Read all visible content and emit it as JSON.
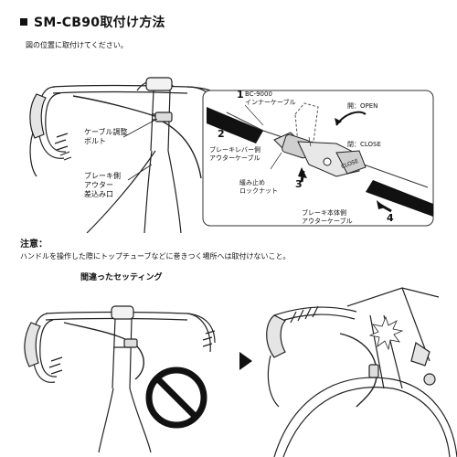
{
  "title": "SM-CB90取付け方法",
  "instruction": "図の位置に取付けてください。",
  "labels": {
    "cable_adjust_bolt": [
      "ケーブル調整",
      "ボルト"
    ],
    "brake_outer_insert": [
      "ブレーキ側",
      "アウター",
      "差込み口"
    ],
    "inner_cable": [
      "BC-9000",
      "インナーケーブル"
    ],
    "open": "開：OPEN",
    "close": "閉：CLOSE",
    "lever_outer": [
      "ブレーキレバー側",
      "アウターケーブル"
    ],
    "lock_nut": [
      "緩み止め",
      "ロックナット"
    ],
    "body_outer": [
      "ブレーキ本体側",
      "アウターケーブル"
    ],
    "body_stamp": "CLOSE"
  },
  "steps": [
    "1",
    "2",
    "3",
    "4"
  ],
  "note": {
    "title": "注意：",
    "text": "ハンドルを操作した際にトップチューブなどに巻きつく場所へは取付けないこと。"
  },
  "wrong_setting_title": "間違ったセッティング"
}
